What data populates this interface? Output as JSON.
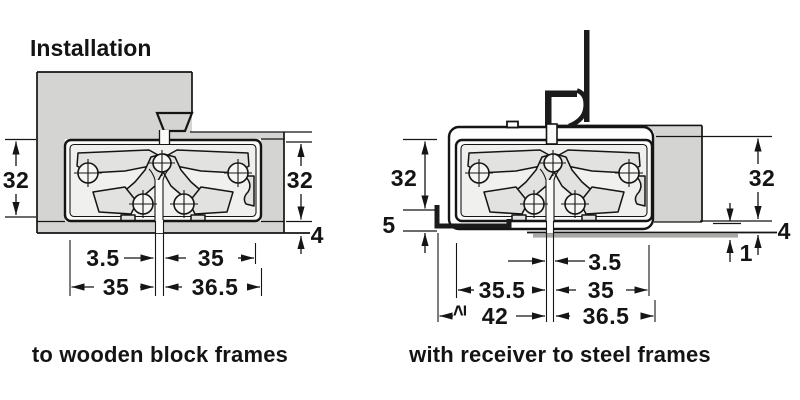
{
  "title": "Installation",
  "left_diagram": {
    "caption": "to wooden block frames",
    "dims": {
      "side_left_32": "32",
      "side_right_32": "32",
      "bottom_4": "4",
      "gap_3_5": "3.5",
      "row1_right_35": "35",
      "row2_left_35": "35",
      "row2_right_36_5": "36.5"
    }
  },
  "right_diagram": {
    "caption": "with receiver to steel frames",
    "dims": {
      "side_left_32": "32",
      "side_left_5": "5",
      "side_right_32": "32",
      "side_right_4": "4",
      "side_right_1": "1",
      "gap_3_5": "3.5",
      "row2_left_35_5": "35.5",
      "row2_right_35": "35",
      "row3_geq": "≥",
      "row3_left_42": "42",
      "row3_right_36_5": "36.5"
    }
  },
  "colors": {
    "wood_gray": "#d4d4d2",
    "mech_gray": "#e2e2e0",
    "plate_gray": "#a8a8a6",
    "steel_black": "#1b1b1b",
    "line_black": "#151515"
  }
}
